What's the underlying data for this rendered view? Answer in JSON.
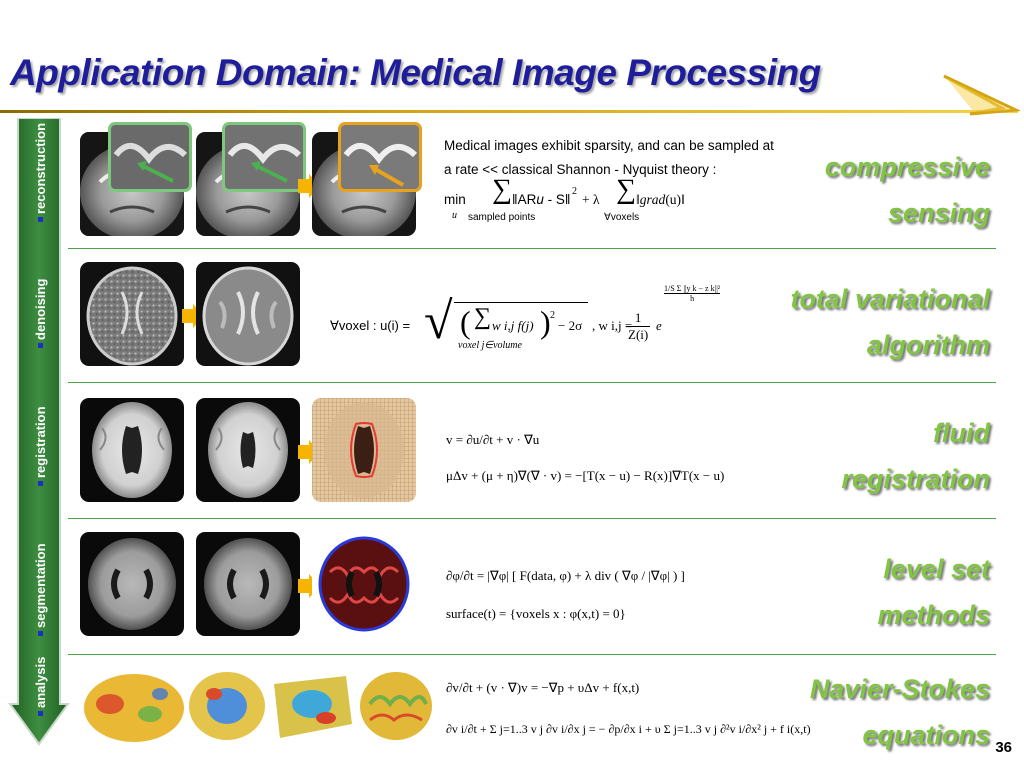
{
  "title": "Application Domain: Medical Image Processing",
  "page_number": "36",
  "sidebar": {
    "labels": [
      "reconstruction",
      "denoising",
      "registration",
      "segmentation",
      "analysis"
    ],
    "arrow_color": "#2e7d32"
  },
  "rows": [
    {
      "label_line1": "compressive",
      "label_line2": "sensing"
    },
    {
      "label_line1": "total variational",
      "label_line2": "algorithm"
    },
    {
      "label_line1": "fluid",
      "label_line2": "registration"
    },
    {
      "label_line1": "level set",
      "label_line2": "methods"
    },
    {
      "label_line1": "Navier-Stokes",
      "label_line2": "equations"
    }
  ],
  "compressive": {
    "line1": "Medical images exhibit sparsity, and can be sampled at",
    "line2": "a rate << classical Shannon - Nyquist theory :",
    "min": "min",
    "min_sub": "u",
    "sum1_sub": "sampled points",
    "norm1": "AR",
    "norm1_u": "u",
    "norm1_rest": " - S",
    "sq": "2",
    "plus_lambda": "+ λ",
    "sum2_sub": "∀voxels",
    "grad": "grad",
    "grad_arg": "(u)"
  },
  "tv": {
    "lhs": "∀voxel : u(i) =",
    "inner": "w i,j f(j)",
    "sq": "2",
    "minus": "− 2σ",
    "sub": "voxel j∈volume",
    "w_def": ", w i,j =",
    "num": "1",
    "den": "Z(i)",
    "e": "e",
    "exp_num": "1/S Σ ||y k − z k||²",
    "exp_den": "h"
  },
  "fluid": {
    "eq1": "v = ∂u/∂t + v · ∇u",
    "eq2": "μΔv + (μ + η)∇(∇ · v) = −[T(x − u) − R(x)]∇T(x − u)"
  },
  "levelset": {
    "eq1": "∂φ/∂t = |∇φ| [ F(data, φ) + λ div ( ∇φ / |∇φ| ) ]",
    "eq2": "surface(t) = {voxels x : φ(x,t) = 0}"
  },
  "navier": {
    "eq1": "∂v/∂t + (v · ∇)v = −∇p + υΔv + f(x,t)",
    "eq2": "∂v i/∂t + Σ j=1..3 v j ∂v i/∂x j = − ∂p/∂x i + υ Σ j=1..3 v j ∂²v i/∂x² j + f i(x,t)"
  },
  "colors": {
    "title": "#1e1e9a",
    "label_green": "#82c443",
    "divider": "#4aa24a",
    "step_arrow": "#f4b400",
    "zoom_green": "#7cc87c",
    "zoom_orange": "#e8a21c"
  },
  "icons": {
    "step": "right-arrow-icon",
    "sidebar": "down-arrow-icon"
  }
}
